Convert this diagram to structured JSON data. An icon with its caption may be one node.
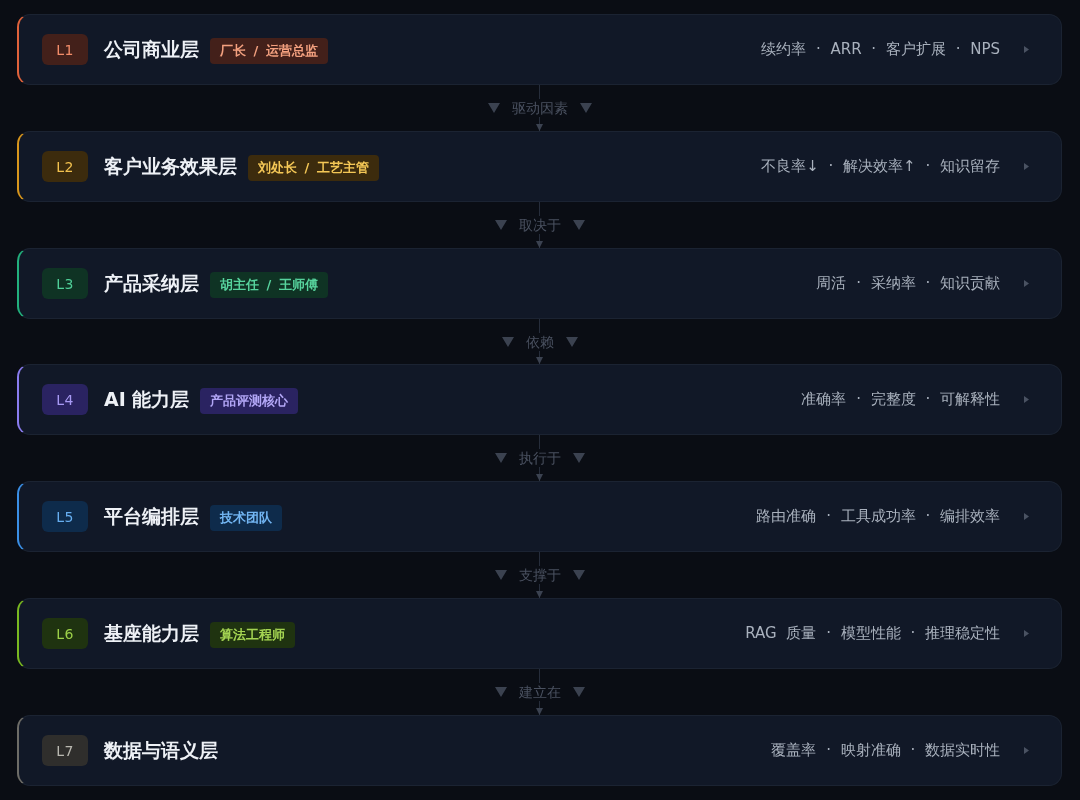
{
  "diagram": {
    "nodes": [
      {
        "text": [
          "公司商业层",
          "续约率 · ARR · 客户扩展 · NPS"
        ]
      },
      {
        "text": [
          "L1"
        ],
        "in": 0
      },
      {
        "text": [
          "厂长 / 运营总监"
        ],
        "in": 0
      },
      {
        "text": [
          "客户业务效果层",
          "不良率↓ · 解决效率↑ · 知识留存"
        ]
      },
      {
        "text": [
          "L2"
        ],
        "in": 3
      },
      {
        "text": [
          "刘处长 / 工艺主管"
        ],
        "in": 3
      },
      {
        "text": [
          "产品采纳层",
          "周活 · 采纳率 · 知识贡献"
        ]
      },
      {
        "text": [
          "L3"
        ],
        "in": 6
      },
      {
        "text": [
          "胡主任 / 王师傅"
        ],
        "in": 6
      },
      {
        "text": [
          "AI 能力层",
          "准确率 · 完整度 · 可解释性"
        ]
      },
      {
        "text": [
          "L4"
        ],
        "in": 9
      },
      {
        "text": [
          "产品评测核心"
        ],
        "in": 9
      },
      {
        "text": [
          "平台编排层",
          "路由准确 · 工具成功率 · 编排效率"
        ]
      },
      {
        "text": [
          "L5"
        ],
        "in": 12
      },
      {
        "text": [
          "技术团队"
        ],
        "in": 12
      },
      {
        "text": [
          "基座能力层",
          "RAG 质量 · 模型性能 · 推理稳定性"
        ]
      },
      {
        "text": [
          "L6"
        ],
        "in": 15
      },
      {
        "text": [
          "算法工程师"
        ],
        "in": 15
      },
      {
        "text": [
          "数据与语义层",
          "覆盖率 · 映射准确 · 数据实时性"
        ]
      },
      {
        "text": [
          "L7"
        ],
        "in": 18
      }
    ],
    "edges": [
      {
        "from": 0,
        "to": 3,
        "arrow": "to",
        "label": "驱动因素"
      },
      {
        "from": 3,
        "to": 6,
        "arrow": "to",
        "label": "取决于"
      },
      {
        "from": 6,
        "to": 9,
        "arrow": "to",
        "label": "依赖"
      },
      {
        "from": 9,
        "to": 12,
        "arrow": "to",
        "label": "执行于"
      },
      {
        "from": 12,
        "to": 15,
        "arrow": "to",
        "label": "支撑于"
      },
      {
        "from": 15,
        "to": 18,
        "arrow": "to",
        "label": "建立在"
      }
    ]
  }
}
